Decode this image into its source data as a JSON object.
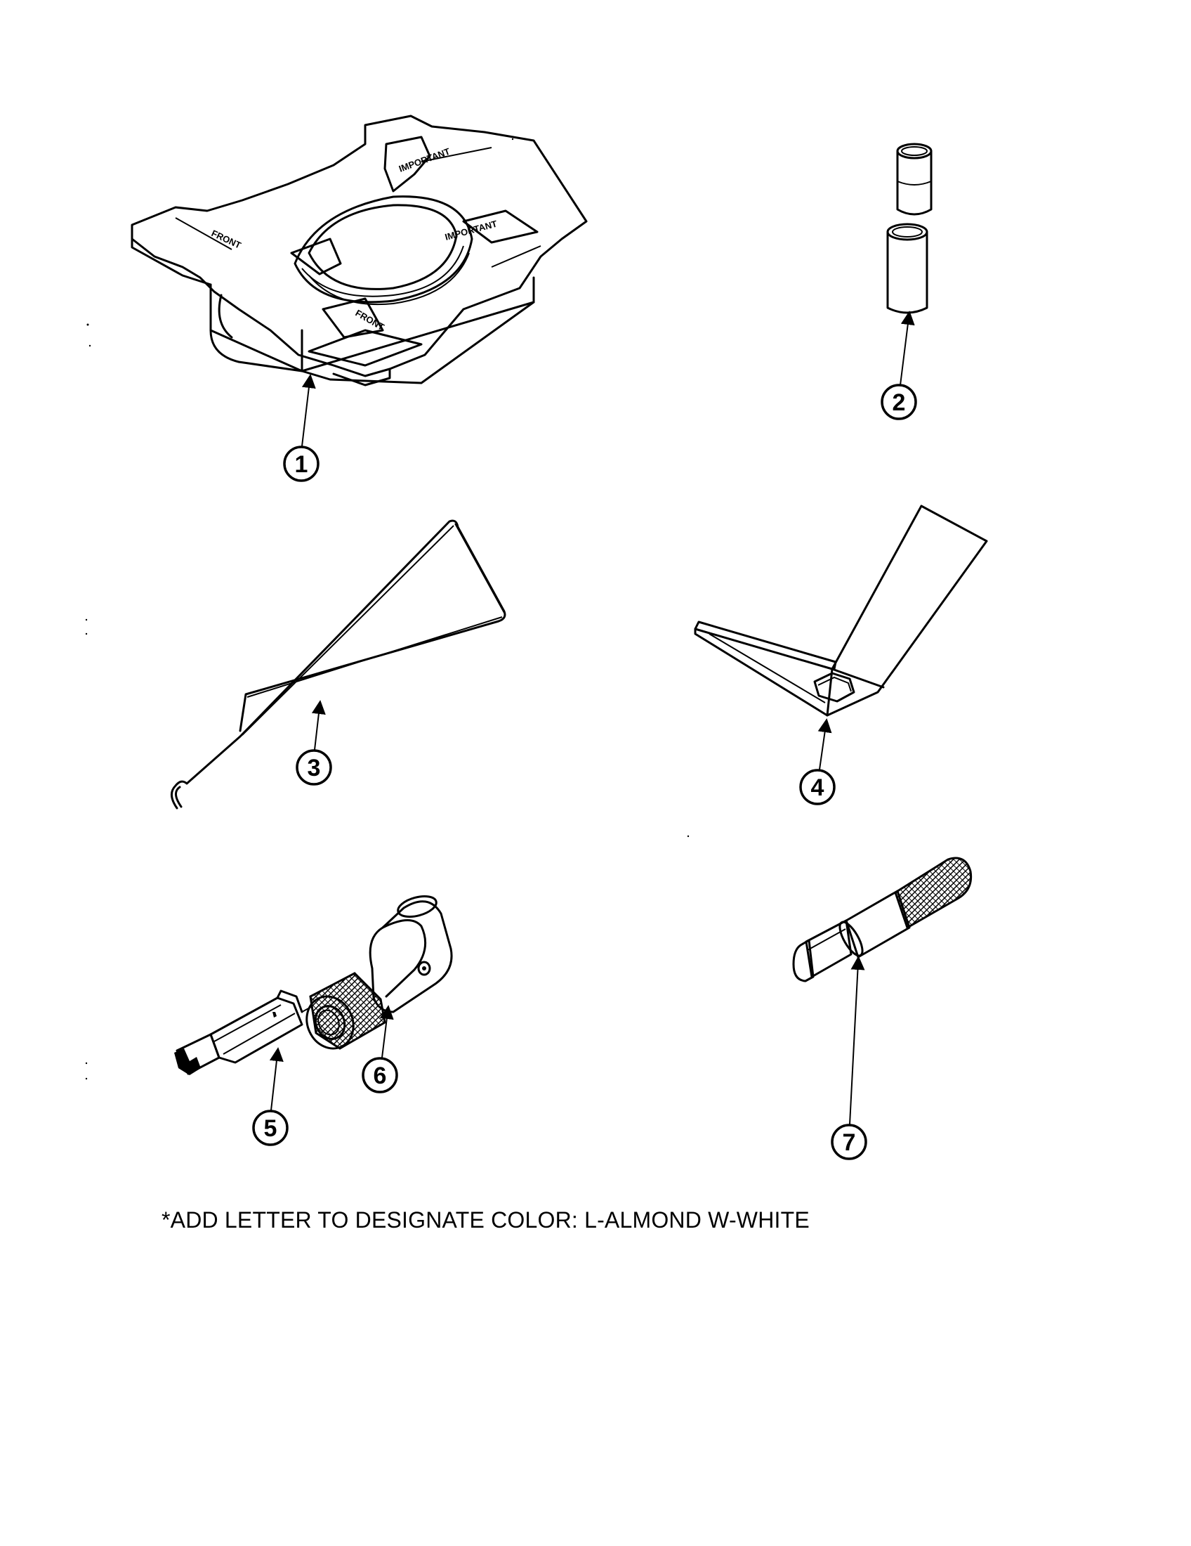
{
  "callouts": {
    "c1": "1",
    "c2": "2",
    "c3": "3",
    "c4": "4",
    "c5": "5",
    "c6": "6",
    "c7": "7"
  },
  "stencil_text": {
    "important_top": "IMPORTANT",
    "important_right": "IMPORTANT",
    "front_left": "FRONT",
    "front_bottom": "FRONT"
  },
  "footnote": "*ADD LETTER TO DESIGNATE COLOR: L-ALMOND  W-WHITE"
}
